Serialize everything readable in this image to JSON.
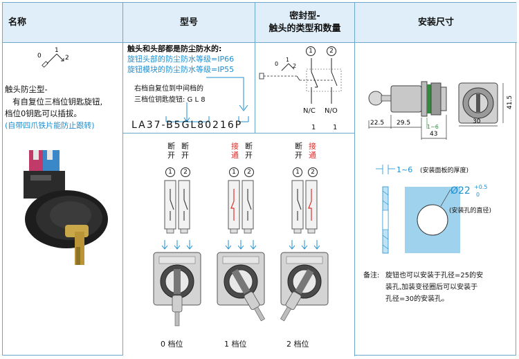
{
  "headers": {
    "name": "名称",
    "model": "型号",
    "seal_line1": "密封型-",
    "seal_line2": "触头的类型和数量",
    "install": "安装尺寸"
  },
  "name_col": {
    "pos0": "0",
    "pos1": "1",
    "pos2": "2",
    "title": "触头防尘型-",
    "desc1": "有自复位三档位钥匙旋钮,",
    "desc2": "档位0钥匙可以插拔。",
    "desc3": "(自带四爪铁片能防止跟转)"
  },
  "model_col": {
    "dust_title": "触头和头部都是防尘防水的:",
    "ip_knob": "旋钮头部的防尘防水等级=IP66",
    "ip_module": "旋钮模块的防尘防水等级=IP55",
    "return_note": "右档自复位到中间档的",
    "knob_note": "三档位钥匙旋钮: G L 8",
    "model_number": "LA37-B5GL80216P"
  },
  "seal_col": {
    "pos0": "0",
    "pos1": "1",
    "pos2": "2",
    "c1": "1",
    "c2": "2",
    "nc": "N/C",
    "no": "N/O",
    "count_nc": "1",
    "count_no": "1"
  },
  "positions": {
    "off": "断",
    "off2": "开",
    "on": "接",
    "on2": "通",
    "c1": "1",
    "c2": "2",
    "label0": "0 档位",
    "label1": "1 档位",
    "label2": "2 档位"
  },
  "install_col": {
    "dim_225": "22.5",
    "dim_295": "29.5",
    "dim_1_6": "1~6",
    "dim_43": "43",
    "dim_30": "30",
    "dim_415": "41.5",
    "panel_range": "1~6",
    "panel_note": "(安装面板的厚度)",
    "hole_dia": "Ø22",
    "tol_plus": "+0.5",
    "tol_zero": "0",
    "hole_note": "(安装孔的直径)",
    "remark_label": "备注:",
    "remark1": "旋钮也可以安装于孔径=25的安",
    "remark2": "装孔,加装变径圈后可以安装于",
    "remark3": "孔径=30的安装孔。"
  },
  "colors": {
    "header_bg": "#dfeef8",
    "border": "#6aa7c8",
    "accent_blue": "#1d8fd0",
    "accent_red": "#e0312e",
    "hole_plate": "#9fd2ec"
  }
}
